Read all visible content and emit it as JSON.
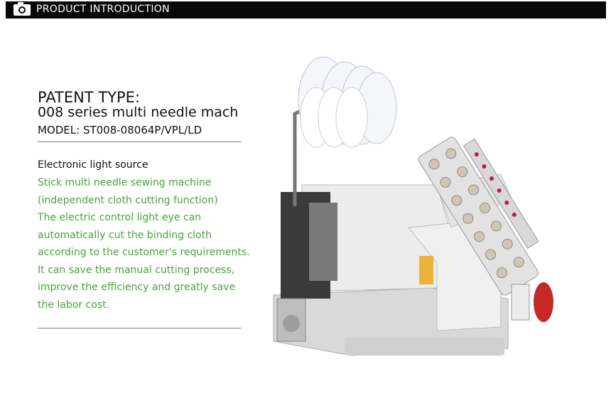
{
  "header": {
    "title": "PRODUCT INTRODUCTION",
    "icon": "camera-icon"
  },
  "product": {
    "patent_label": "PATENT TYPE:",
    "name": "008 series multi needle mach",
    "model": "MODEL: ST008-08064P/VPL/LD"
  },
  "feature": {
    "heading": "Electronic light source",
    "lines": [
      "Stick multi needle sewing machine",
      "(independent cloth cutting function)",
      "The electric control light eye can",
      "automatically cut the binding cloth",
      "according to the customer's requirements.",
      "It can save the manual cutting process,",
      "improve the efficiency and greatly save",
      "the labor cost."
    ]
  },
  "colors": {
    "accent": "#46a53a",
    "header_bg": "#080808"
  }
}
